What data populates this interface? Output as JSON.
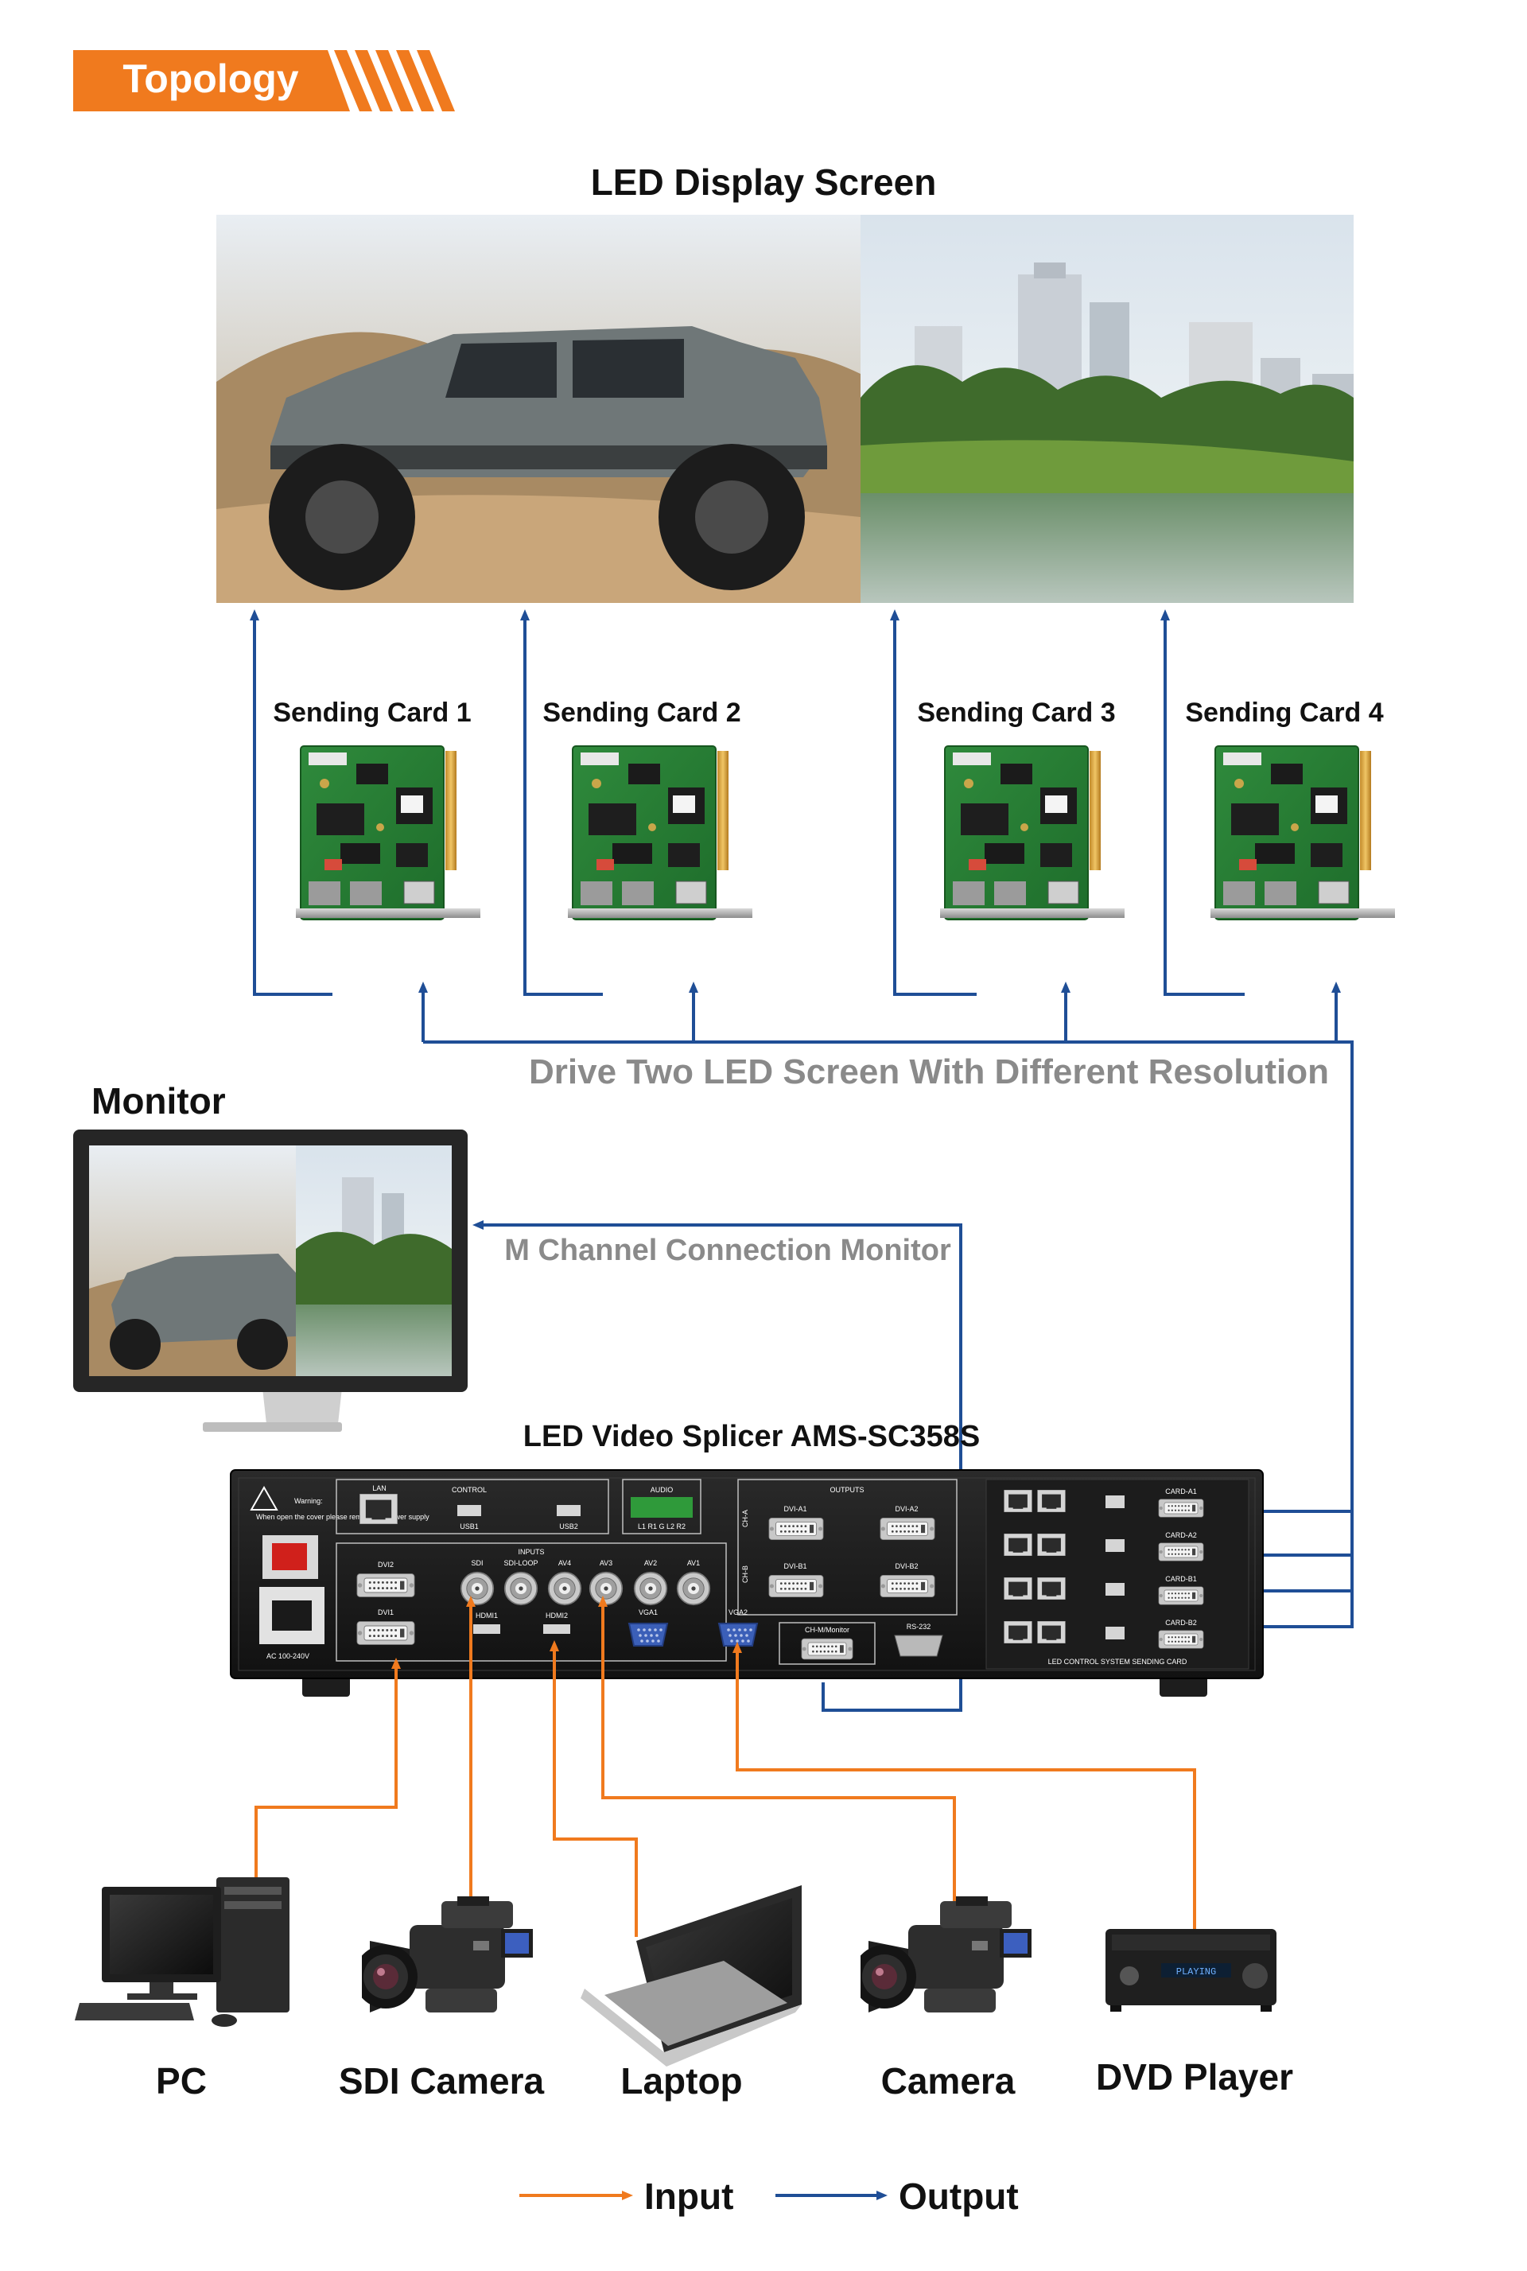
{
  "header": {
    "tag_label": "Topology",
    "tag_color": "#f07a1e"
  },
  "screen": {
    "title": "LED Display Screen"
  },
  "sending_cards": [
    {
      "label": "Sending Card 1"
    },
    {
      "label": "Sending Card 2"
    },
    {
      "label": "Sending Card 3"
    },
    {
      "label": "Sending Card 4"
    }
  ],
  "notes": {
    "drive_two": "Drive Two LED Screen With Different Resolution",
    "monitor_connection": "M Channel Connection Monitor"
  },
  "monitor": {
    "label": "Monitor"
  },
  "splicer": {
    "title": "LED Video Splicer AMS-SC358S",
    "panel": {
      "warning_title": "Warning:",
      "warning_text": "When open the cover please remove the power supply",
      "power_rating": "AC 100-240V",
      "control": "CONTROL",
      "lan": "LAN",
      "usb1": "USB1",
      "usb2": "USB2",
      "audio": "AUDIO",
      "audio_pins": "L1 R1 G L2 R2",
      "outputs": "OUTPUTS",
      "inputs": "INPUTS",
      "dvi2": "DVI2",
      "dvi1": "DVI1",
      "sdi": "SDI",
      "sdi_loop": "SDI-LOOP",
      "av4": "AV4",
      "av3": "AV3",
      "av2": "AV2",
      "av1": "AV1",
      "hdmi1": "HDMI1",
      "hdmi2": "HDMI2",
      "vga1": "VGA1",
      "vga2": "VGA2",
      "dvi_a1": "DVI-A1",
      "dvi_a2": "DVI-A2",
      "dvi_b1": "DVI-B1",
      "dvi_b2": "DVI-B2",
      "ch_a": "CH-A",
      "ch_b": "CH-B",
      "ch_m": "CH-M/Monitor",
      "rs232": "RS-232",
      "card_a1": "CARD-A1",
      "card_a2": "CARD-A2",
      "card_b1": "CARD-B1",
      "card_b2": "CARD-B2",
      "card_footer": "LED CONTROL SYSTEM SENDING CARD"
    }
  },
  "devices": [
    {
      "label": "PC"
    },
    {
      "label": "SDI Camera"
    },
    {
      "label": "Laptop"
    },
    {
      "label": "Camera"
    },
    {
      "label": "DVD Player",
      "display_text": "PLAYING"
    }
  ],
  "legend": {
    "input": "Input",
    "output": "Output",
    "input_color": "#f07a1e",
    "output_color": "#1f4e96"
  }
}
